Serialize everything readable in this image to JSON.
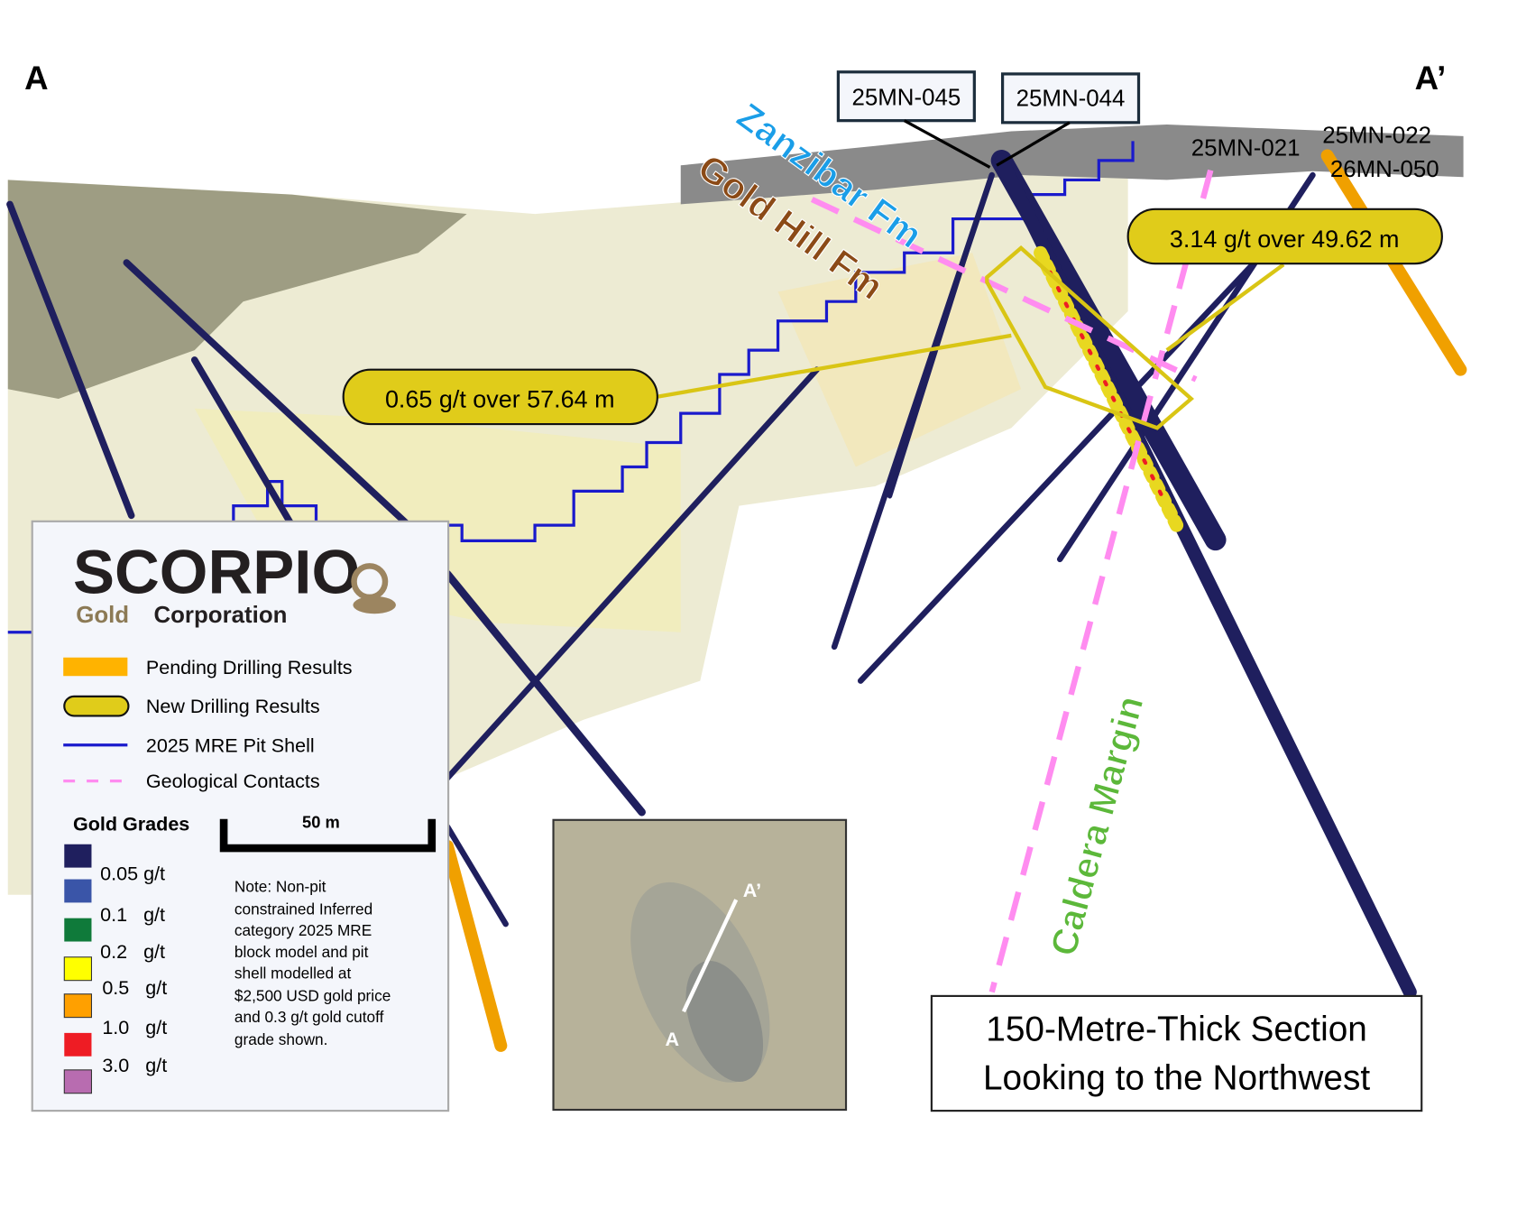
{
  "section": {
    "start_label": "A",
    "end_label": "A’",
    "title_line1": "150-Metre-Thick Section",
    "title_line2": "Looking to the Northwest"
  },
  "holes": {
    "h045": "25MN-045",
    "h044": "25MN-044",
    "h021": "25MN-021",
    "h022": "25MN-022",
    "h050": "26MN-050"
  },
  "formations": {
    "zanzibar": "Zanzibar Fm",
    "gold_hill": "Gold Hill Fm",
    "caldera": "Caldera Margin"
  },
  "callouts": {
    "left": "0.65 g/t over 57.64 m",
    "right": "3.14 g/t over 49.62 m"
  },
  "legend": {
    "logo_main": "SCORPIO",
    "logo_sub1": "Gold",
    "logo_sub2": "Corporation",
    "items": [
      {
        "label": "Pending Drilling Results",
        "color": "#ffb300"
      },
      {
        "label": "New Drilling Results",
        "color": "#e0cc1a"
      },
      {
        "label": "2025 MRE Pit Shell",
        "color": "#1a1acc"
      },
      {
        "label": "Geological Contacts",
        "color": "#ff8cf0"
      }
    ],
    "grades_title": "Gold Grades",
    "grades": [
      {
        "label": "0.05 g/t",
        "color": "#1f1f5e"
      },
      {
        "label": "0.1   g/t",
        "color": "#3a55a8"
      },
      {
        "label": "0.2   g/t",
        "color": "#0f7a3a"
      },
      {
        "label": "0.5   g/t",
        "color": "#ffff00"
      },
      {
        "label": "1.0   g/t",
        "color": "#ffa000"
      },
      {
        "label": "3.0   g/t",
        "color": "#ee1c24"
      },
      {
        "label": "",
        "color": "#b86cb0"
      }
    ],
    "scale_label": "50 m",
    "note": [
      "Note: Non-pit",
      "constrained Inferred",
      "category 2025 MRE",
      "block model and pit",
      "shell modelled at",
      "$2,500 USD gold price",
      "and 0.3 g/t gold cutoff",
      "grade shown."
    ]
  },
  "inset": {
    "a": "A",
    "a_prime": "A’"
  }
}
